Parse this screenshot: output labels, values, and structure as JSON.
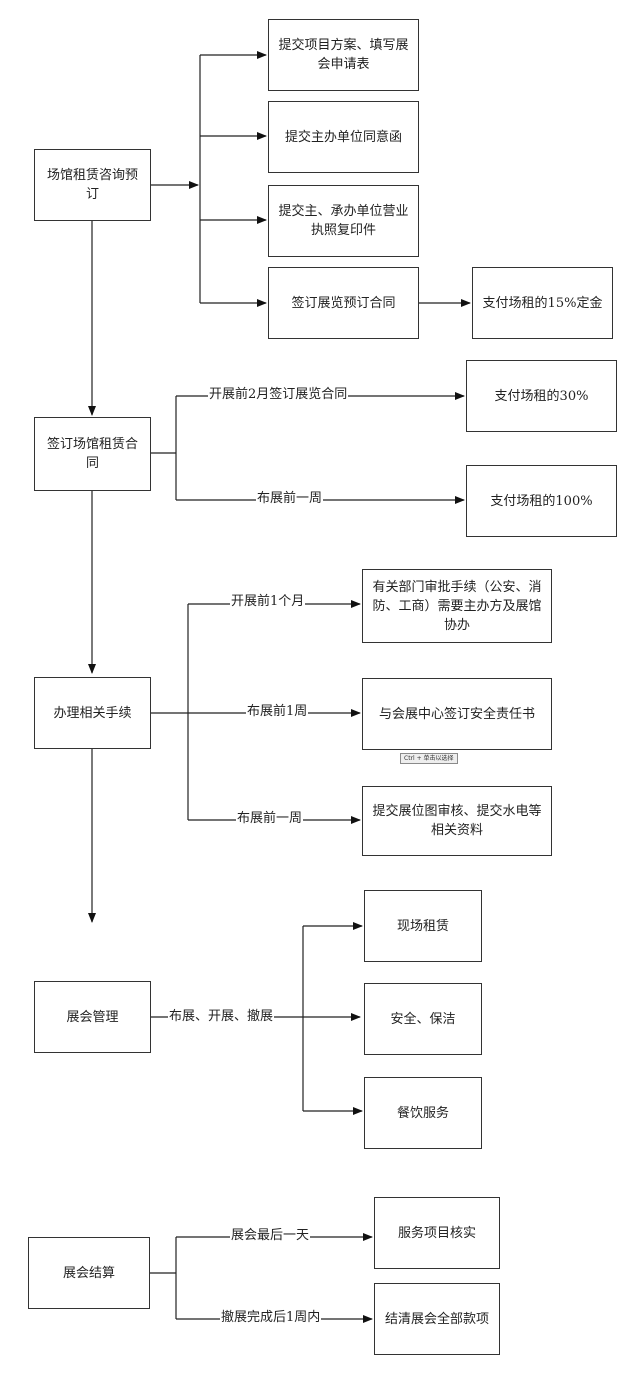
{
  "main_steps": {
    "venue_booking": "场馆租赁咨询预订",
    "sign_lease": "签订场馆租赁合同",
    "procedures": "办理相关手续",
    "exhibition_mgmt": "展会管理",
    "settlement": "展会结算"
  },
  "booking_items": {
    "proposal": "提交项目方案、填写展会申请表",
    "consent_letter": "提交主办单位同意函",
    "license_copy": "提交主、承办单位营业执照复印件",
    "reservation_contract": "签订展览预订合同",
    "deposit": "支付场租的15%定金"
  },
  "lease_items": {
    "label_2months": "开展前2月签订展览合同",
    "pay_30": "支付场租的30%",
    "label_week": "布展前一周",
    "pay_100": "支付场租的100%"
  },
  "procedure_items": {
    "label_1month": "开展前1个月",
    "approval": "有关部门审批手续（公安、消防、工商）需要主办方及展馆协办",
    "label_1week": "布展前1周",
    "safety": "与会展中心签订安全责任书",
    "label_week": "布展前一周",
    "drawings": "提交展位图审核、提交水电等相关资料",
    "tooltip": "Ctrl + 单击以选择"
  },
  "mgmt_items": {
    "phase_label": "布展、开展、撤展",
    "rental": "现场租赁",
    "security": "安全、保洁",
    "catering": "餐饮服务"
  },
  "settle_items": {
    "label_last_day": "展会最后一天",
    "verify": "服务项目核实",
    "label_within_week": "撤展完成后1周内",
    "pay_all": "结清展会全部款项"
  }
}
